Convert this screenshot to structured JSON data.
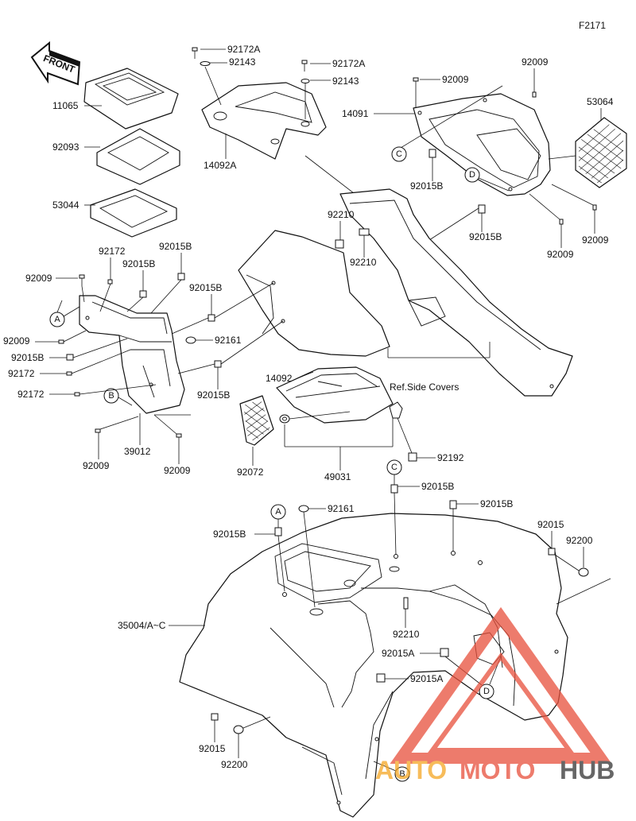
{
  "figure_code": "F2171",
  "front_arrow_label": "FRONT",
  "reference_label": "Ref.Side Covers",
  "watermark": {
    "brand_auto": "AUTO",
    "brand_moto": "MOTO",
    "brand_hub": "HUB",
    "color_red": "#e8503c",
    "color_orange": "#f5a623",
    "color_dark": "#333333"
  },
  "callouts": {
    "a": "A",
    "b": "B",
    "c": "C",
    "d": "D"
  },
  "part_labels": {
    "p11065": "11065",
    "p92093": "92093",
    "p53044": "53044",
    "p92172a_1": "92172A",
    "p92143_1": "92143",
    "p92172a_2": "92172A",
    "p92143_2": "92143",
    "p14092a": "14092A",
    "p92009_top1": "92009",
    "p92009_top2": "92009",
    "p14091": "14091",
    "p53064": "53064",
    "p92015b_c": "92015B",
    "p92015b_d": "92015B",
    "p92009_r1": "92009",
    "p92009_r2": "92009",
    "p92210_1": "92210",
    "p92210_2": "92210",
    "p92172_1": "92172",
    "p92015b_l1": "92015B",
    "p92015b_l2": "92015B",
    "p92009_l1": "92009",
    "p92015b_l3": "92015B",
    "p92009_l2": "92009",
    "p92015b_l4": "92015B",
    "p92172_2": "92172",
    "p92172_3": "92172",
    "p92161_1": "92161",
    "p92015b_l5": "92015B",
    "p14092": "14092",
    "p39012": "39012",
    "p92009_b1": "92009",
    "p92009_b2": "92009",
    "p92072": "92072",
    "p49031": "49031",
    "p92192": "92192",
    "p92015b_c2": "92015B",
    "p92015b_r3": "92015B",
    "p92161_2": "92161",
    "p92015b_a2": "92015B",
    "p92015_r": "92015",
    "p92200_r": "92200",
    "p35004": "35004/A~C",
    "p92210_3": "92210",
    "p92015a_1": "92015A",
    "p92015a_2": "92015A",
    "p92015_b": "92015",
    "p92200_b": "92200"
  }
}
